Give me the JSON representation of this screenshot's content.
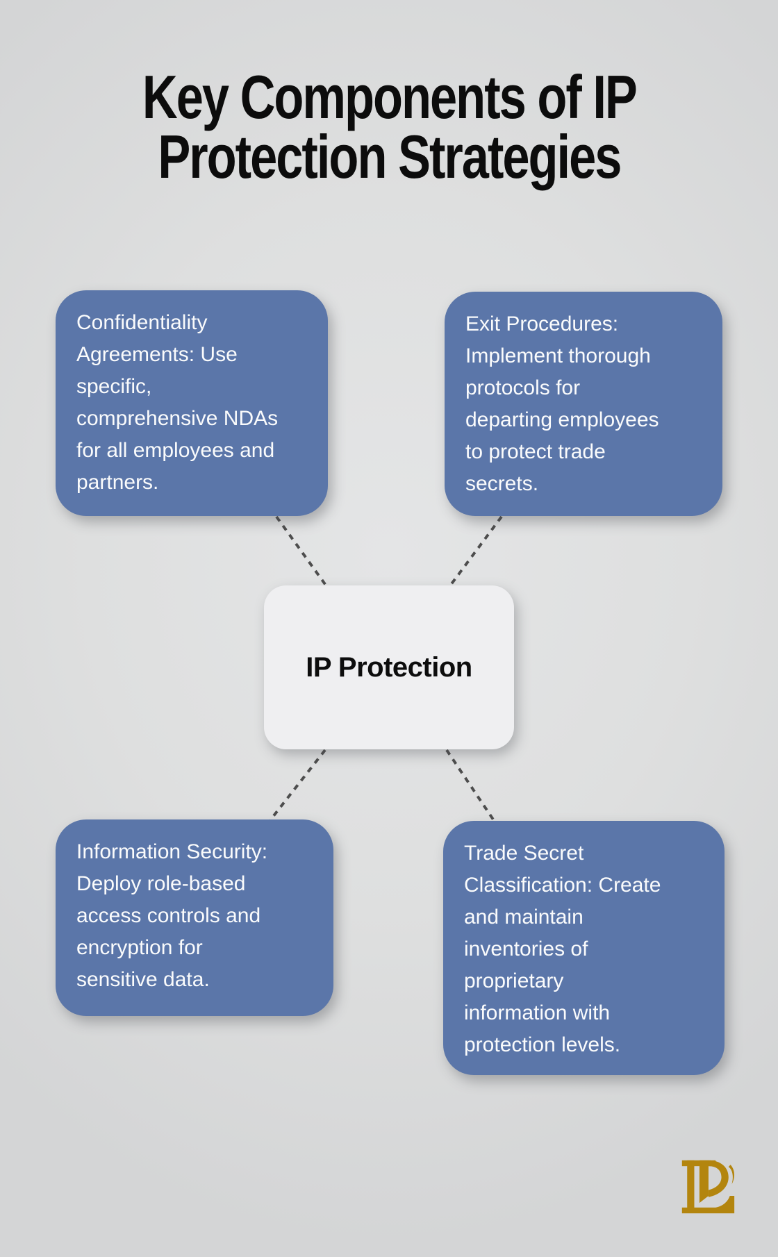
{
  "title": {
    "text": "Key Components of IP\nProtection Strategies"
  },
  "center_node": {
    "label": "IP Protection"
  },
  "nodes": [
    {
      "id": "confidentiality-agreements",
      "text": "Confidentiality\nAgreements: Use\nspecific,\ncomprehensive NDAs\nfor all employees and\npartners."
    },
    {
      "id": "exit-procedures",
      "text": "Exit Procedures:\nImplement thorough\nprotocols for\ndeparting employees\nto protect trade\nsecrets."
    },
    {
      "id": "information-security",
      "text": "Information Security:\nDeploy role-based\naccess controls and\nencryption for\nsensitive data."
    },
    {
      "id": "trade-secret-classification",
      "text": "Trade Secret\nClassification: Create\nand maintain\ninventories of\nproprietary\ninformation with\nprotection levels."
    }
  ],
  "logo": {
    "label": "LP monogram"
  },
  "colors": {
    "background": "#DEDFDF",
    "node_fill": "#5B76A9",
    "node_text": "#FAFBFC",
    "center_fill": "#EFEFF1",
    "title_text": "#0C0C0C",
    "connector": "#4D4D4D",
    "logo_gold": "#B3850E"
  }
}
